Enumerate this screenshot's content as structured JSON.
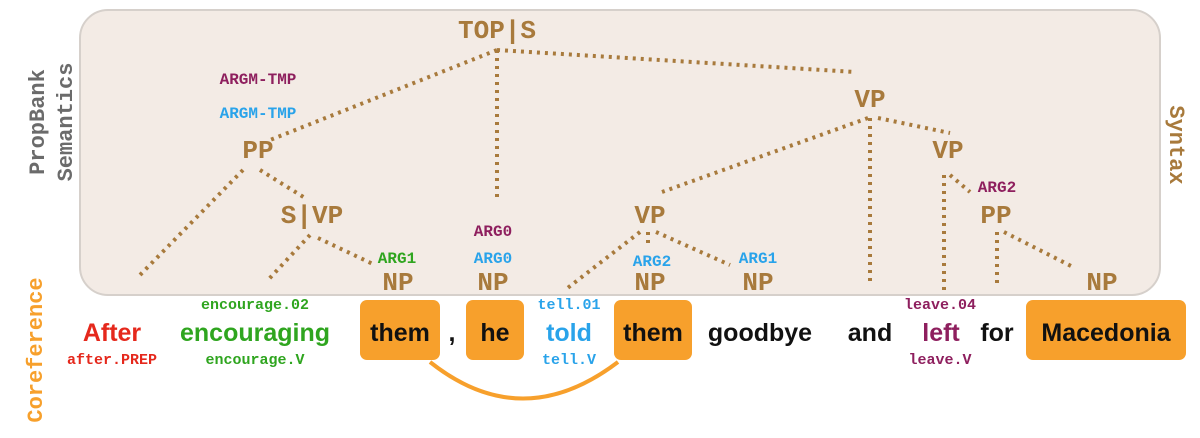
{
  "side_labels": {
    "propbank": "PropBank",
    "semantics": "Semantics",
    "syntax": "Syntax",
    "coreference": "Coreference"
  },
  "tree": {
    "root": "TOP|S",
    "vp_main": "VP",
    "pp": "PP",
    "s_vp": "S|VP",
    "vp_told": "VP",
    "vp_left": "VP",
    "pp_for": "PP",
    "np_them1": "NP",
    "np_he": "NP",
    "np_them2": "NP",
    "np_goodbye": "NP",
    "np_macedonia": "NP"
  },
  "args": {
    "argm_tmp_leave": "ARGM-TMP",
    "argm_tmp_tell": "ARGM-TMP",
    "arg1_encourage": "ARG1",
    "arg0_leave": "ARG0",
    "arg0_tell": "ARG0",
    "arg2_tell": "ARG2",
    "arg1_tell": "ARG1",
    "arg2_leave": "ARG2"
  },
  "words": {
    "after": "After",
    "encouraging": "encouraging",
    "them1": "them",
    "comma": ",",
    "he": "he",
    "told": "told",
    "them2": "them",
    "goodbye": "goodbye",
    "and": "and",
    "left": "left",
    "for": "for",
    "macedonia": "Macedonia"
  },
  "senses": {
    "encourage_02": "encourage.02",
    "after_prep": "after.PREP",
    "encourage_v": "encourage.V",
    "tell_01": "tell.01",
    "tell_v": "tell.V",
    "leave_04": "leave.04",
    "leave_v": "leave.V"
  },
  "colors": {
    "syntax": "#a87a3c",
    "panel": "#f3ebe5",
    "panel_border": "#d6d0cb",
    "leave_frame": "#8e1f5e",
    "tell_frame": "#29a3ea",
    "encourage_frame": "#2fa51f",
    "after_prep": "#e5281c",
    "coref": "#f7a02c",
    "side_gray": "#6b6b6b"
  }
}
